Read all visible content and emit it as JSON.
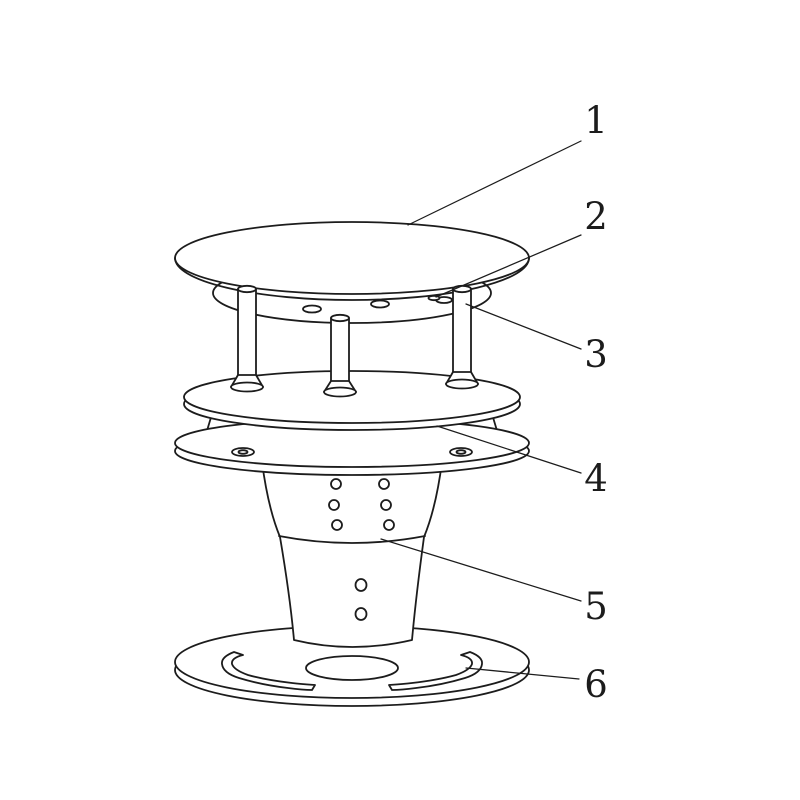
{
  "diagram": {
    "ink_color": "#1c1c1c",
    "background_color": "#ffffff",
    "callouts": [
      {
        "label": "1"
      },
      {
        "label": "2"
      },
      {
        "label": "3"
      },
      {
        "label": "4"
      },
      {
        "label": "5"
      },
      {
        "label": "6"
      }
    ]
  }
}
